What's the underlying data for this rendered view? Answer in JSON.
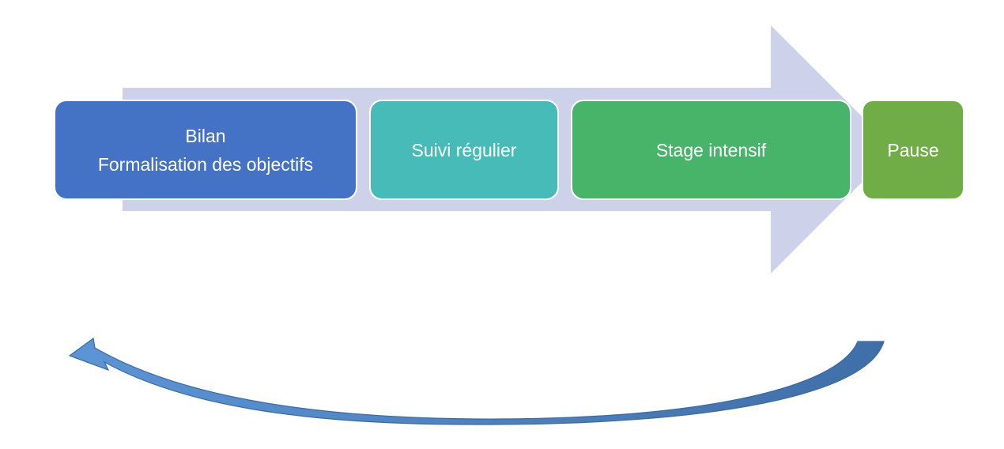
{
  "diagram": {
    "steps": [
      {
        "lines": [
          "Bilan",
          "Formalisation des objectifs"
        ],
        "color": "#4472c4"
      },
      {
        "lines": [
          "Suivi régulier"
        ],
        "color": "#47bbb8"
      },
      {
        "lines": [
          "Stage intensif"
        ],
        "color": "#48b46a"
      },
      {
        "lines": [
          "Pause"
        ],
        "color": "#70ad47"
      }
    ],
    "arrow_color": "#cdd2ea",
    "cycle_arrow_color": "#4a7bb4"
  }
}
